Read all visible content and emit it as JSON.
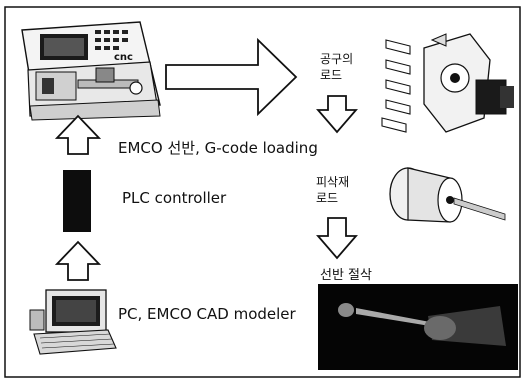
{
  "labels": {
    "lathe_gcode": "EMCO 선반, G-code loading",
    "plc": "PLC controller",
    "pc_cad": "PC, EMCO CAD modeler",
    "tool_load_line1": "공구의",
    "tool_load_line2": "로드",
    "workpiece_load_line1": "피삭재",
    "workpiece_load_line2": "로드",
    "lathe_cutting": "선반 절삭"
  },
  "machine_panel_text": "cnc",
  "colors": {
    "line": "#111111",
    "background": "#ffffff",
    "plc_block": "#0d0d0d"
  }
}
